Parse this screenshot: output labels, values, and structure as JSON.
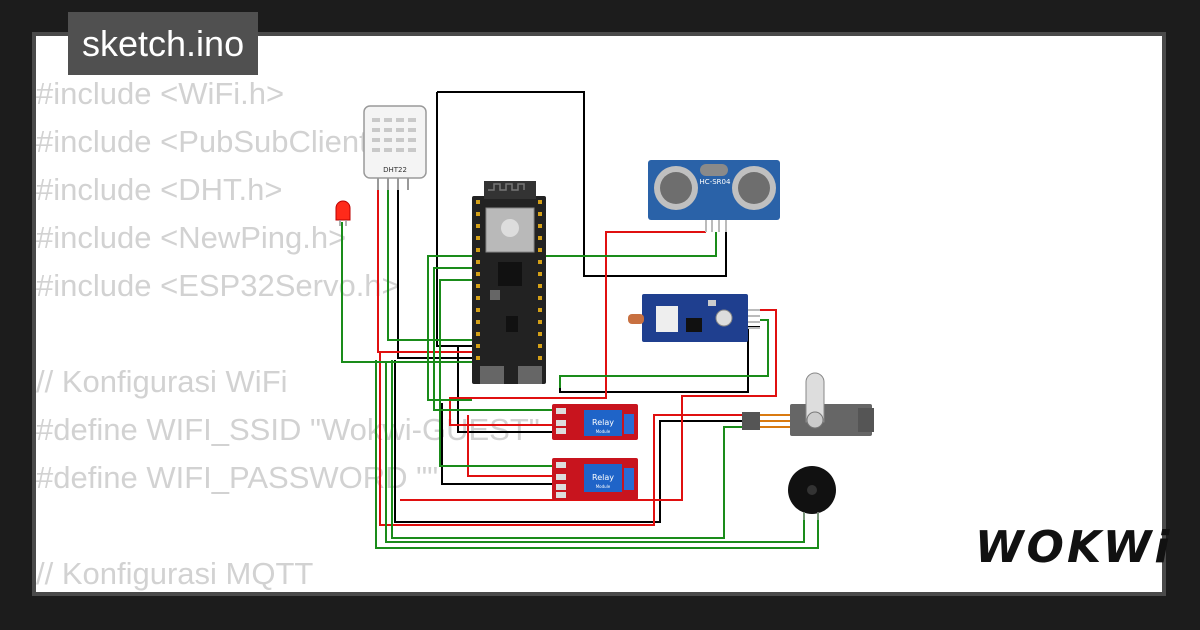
{
  "file_tab": {
    "label": "sketch.ino"
  },
  "code_lines": [
    "#include <WiFi.h>",
    "#include <PubSubClient.h>",
    "#include <DHT.h>",
    "#include <NewPing.h>",
    "#include <ESP32Servo.h>",
    "",
    "// Konfigurasi WiFi",
    "#define WIFI_SSID \"Wokwi-GUEST\"",
    "#define WIFI_PASSWORD \"\"",
    "",
    "// Konfigurasi MQTT"
  ],
  "components": {
    "dht": "DHT22",
    "ultrasonic": "HC-SR04",
    "relay_1": {
      "title": "Relay",
      "sub": "Module"
    },
    "relay_2": {
      "title": "Relay",
      "sub": "Module"
    }
  },
  "brand": {
    "name": "WOKWi"
  },
  "colors": {
    "background": "#1c1c1c",
    "wire_green": "#1a8c1a",
    "wire_red": "#e01010",
    "wire_black": "#000000",
    "relay_board": "#c8141e",
    "sensor_board": "#2a62a8",
    "esp_board": "#222222"
  }
}
